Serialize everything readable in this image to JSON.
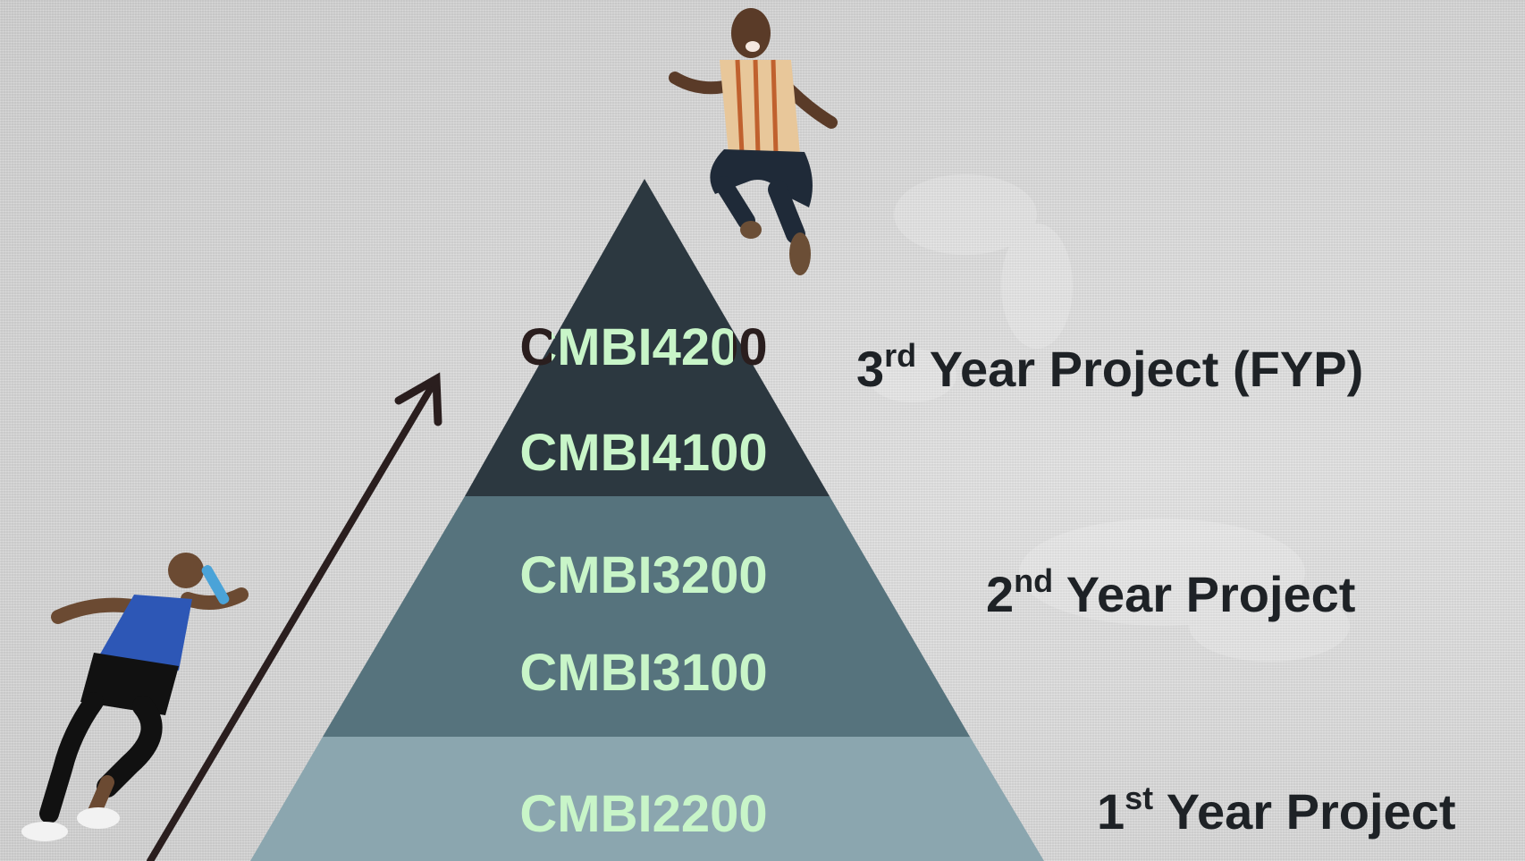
{
  "colors": {
    "tier_top": "#2c3840",
    "tier_middle": "#56737d",
    "tier_bottom": "#8ba6af",
    "code_text": "#c8f5c8",
    "code_text_top_overflow": "#2a1e1e",
    "label_text": "#1e2226",
    "arrow": "#2a1e1e"
  },
  "pyramid": {
    "top_tier": {
      "codes": [
        "CMBI4200",
        "CMBI4100"
      ]
    },
    "middle_tier": {
      "codes": [
        "CMBI3200",
        "CMBI3100"
      ]
    },
    "bottom_tier": {
      "codes": [
        "CMBI2200"
      ]
    }
  },
  "labels": {
    "third": {
      "number": "3",
      "suffix": "rd",
      "text": " Year Project (FYP)"
    },
    "second": {
      "number": "2",
      "suffix": "nd",
      "text": " Year Project"
    },
    "first": {
      "number": "1",
      "suffix": "st",
      "text": " Year Project"
    }
  },
  "icons": [
    "jumping-man-photo",
    "sprinter-photo",
    "progress-arrow-icon"
  ]
}
